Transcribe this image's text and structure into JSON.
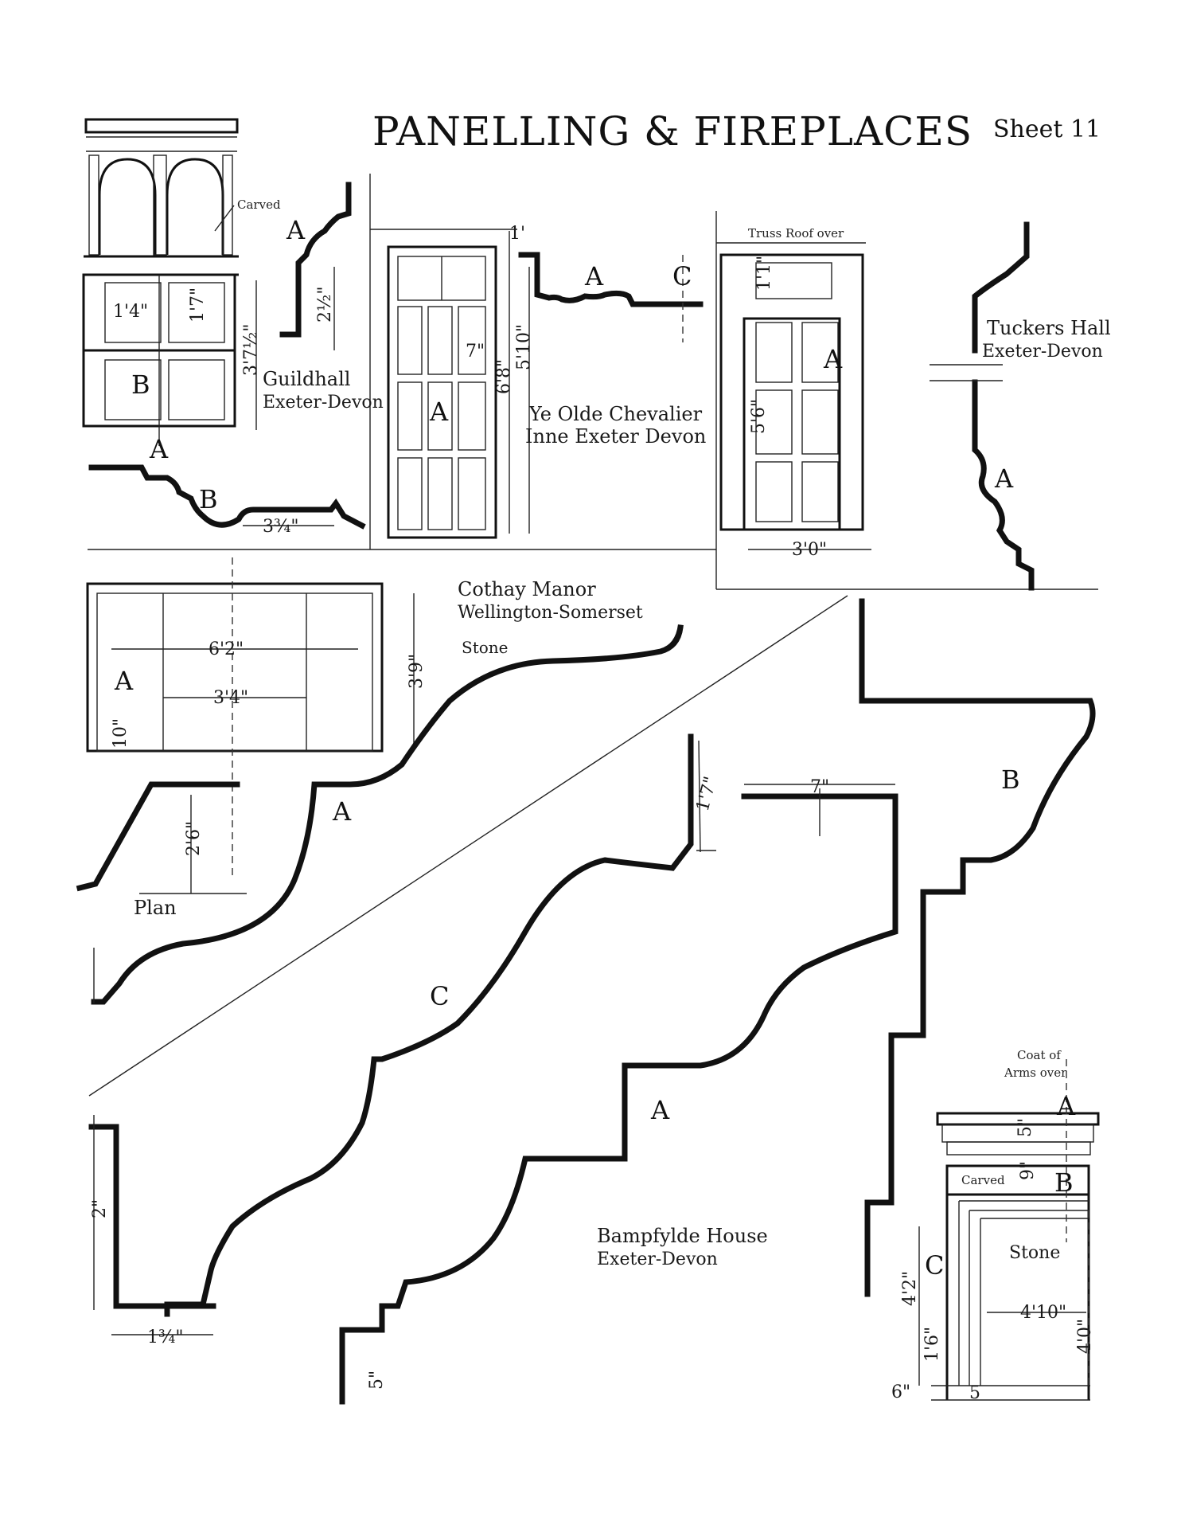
{
  "title": "PANELLING & FIREPLACES",
  "sheet_label": "Sheet 11",
  "drawings": {
    "guildhall": {
      "caption_line1": "Guildhall",
      "caption_line2": "Exeter-Devon",
      "note_carved": "Carved",
      "dim_panel_width": "1'4\"",
      "dim_panel_height": "1'7\"",
      "dim_total": "3'7½\"",
      "dim_moulding_a": "2½\"",
      "dim_moulding_b": "3¾\"",
      "section_a": "A",
      "section_b": "B"
    },
    "chevalier": {
      "caption_line1": "Ye Olde Chevalier",
      "caption_line2": "Inne Exeter Devon",
      "dim_outer_height": "6'8\"",
      "dim_inner_height": "5'10\"",
      "dim_top": "1'",
      "dim_panel": "7\"",
      "section_a": "A",
      "centerline": "C"
    },
    "tuckers": {
      "note_roof": "Truss Roof over",
      "caption_line1": "Tuckers Hall",
      "caption_line2": "Exeter-Devon",
      "dim_height": "5'6\"",
      "dim_top": "1'1\"",
      "dim_width": "3'0\"",
      "section_a": "A"
    },
    "cothay": {
      "caption_line1": "Cothay Manor",
      "caption_line2": "Wellington-Somerset",
      "material": "Stone",
      "dim_outer": "6'2\"",
      "dim_inner": "3'4\"",
      "dim_height": "3'9\"",
      "dim_base": "10\"",
      "dim_plan": "2'6\"",
      "plan_label": "Plan",
      "section_a": "A"
    },
    "large_sections": {
      "label_a_upper": "A",
      "label_b": "B",
      "label_c": "C",
      "label_a_lower": "A",
      "dim_top_right": "7\"",
      "dim_vertical": "1'7\"",
      "dim_left": "2\"",
      "dim_bottom_left": "1¾\"",
      "dim_bottom": "5\""
    },
    "bampfylde": {
      "caption_line1": "Bampfylde House",
      "caption_line2": "Exeter-Devon",
      "note_arms_line1": "Coat of",
      "note_arms_line2": "Arms over",
      "note_carved": "Carved",
      "material": "Stone",
      "dim_total": "4'2\"",
      "dim_lower": "1'6\"",
      "dim_width": "4'10\"",
      "dim_right": "4'0\"",
      "dim_base": "6\"",
      "dim_step": "5",
      "dim_frieze": "9\"",
      "dim_cornice": "5\"",
      "section_a": "A",
      "section_b": "B",
      "section_c": "C"
    }
  }
}
